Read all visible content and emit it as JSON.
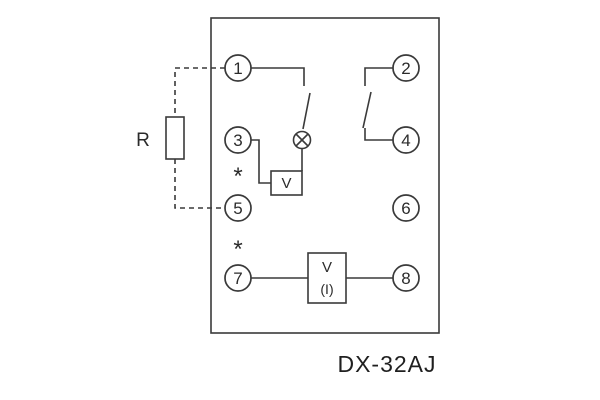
{
  "diagram": {
    "title": "DX-32AJ",
    "external": {
      "resistor_label": "R"
    },
    "terminals": [
      {
        "label": "1"
      },
      {
        "label": "2"
      },
      {
        "label": "3"
      },
      {
        "label": "4"
      },
      {
        "label": "5"
      },
      {
        "label": "6"
      },
      {
        "label": "7"
      },
      {
        "label": "8"
      }
    ],
    "elements": {
      "voltage_coil_label": "V",
      "meter_line1": "V",
      "meter_line2": "(I)",
      "polarity_mark_upper": "*",
      "polarity_mark_lower": "*"
    },
    "colors": {
      "line": "#3a3a3a",
      "background": "#ffffff"
    }
  }
}
